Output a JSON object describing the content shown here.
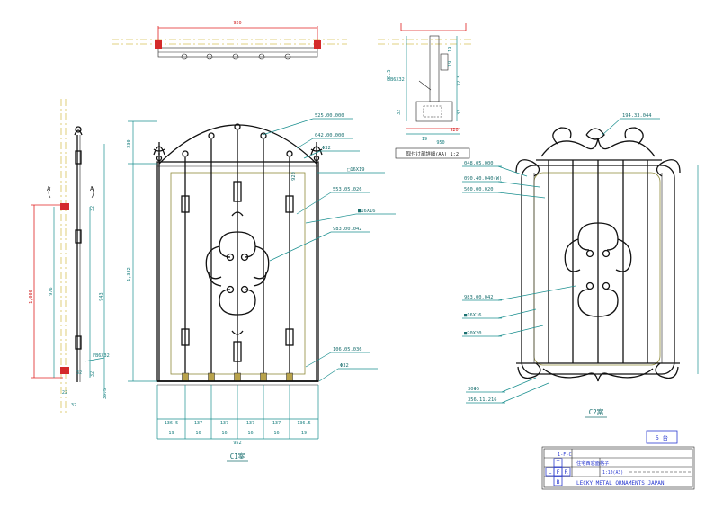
{
  "top_view": {
    "width_dim": "920"
  },
  "detail_aa": {
    "dims": [
      "19",
      "19",
      "32.5",
      "85.5",
      "32",
      "32",
      "19",
      "920",
      "950"
    ],
    "fb_label": "FB6X32",
    "caption": "取付け部詳細(AA)  1:2"
  },
  "side_view": {
    "dims": [
      "1,000",
      "976",
      "943",
      "32",
      "32",
      "36.5",
      "32",
      "22",
      "32"
    ],
    "fb_label": "FB6X32",
    "arrow_left": "A",
    "arrow_right": "A"
  },
  "c1": {
    "callouts": [
      "525.00.000",
      "042.00.000",
      "Φ32",
      "□16X19",
      "553.05.026",
      "■16X16",
      "983.00.042",
      "106.05.036",
      "Φ32"
    ],
    "height_dims": [
      "230",
      "1,382"
    ],
    "inner_label": "920",
    "bottom_dims": [
      "136.5",
      "137",
      "137",
      "137",
      "137",
      "136.5"
    ],
    "bottom_small": [
      "19",
      "16",
      "16",
      "16",
      "16",
      "19"
    ],
    "total": "952",
    "title": "C1案"
  },
  "c2": {
    "callouts": [
      "194.33.044",
      "048.05.000",
      "090.40.040(W)",
      "560.00.020",
      "983.00.042",
      "■16X16",
      "■20X20",
      "30Φ6",
      "356.11.216"
    ],
    "title": "C2案"
  },
  "quantity": {
    "value": "5 台"
  },
  "title_block": {
    "row1": "1-F-C",
    "name_field": "住宅西窓面格子",
    "scale": "1:10(A3)",
    "company": "LECKY METAL ORNAMENTS JAPAN",
    "letters": [
      "T",
      "L",
      "F",
      "R",
      "B"
    ]
  }
}
